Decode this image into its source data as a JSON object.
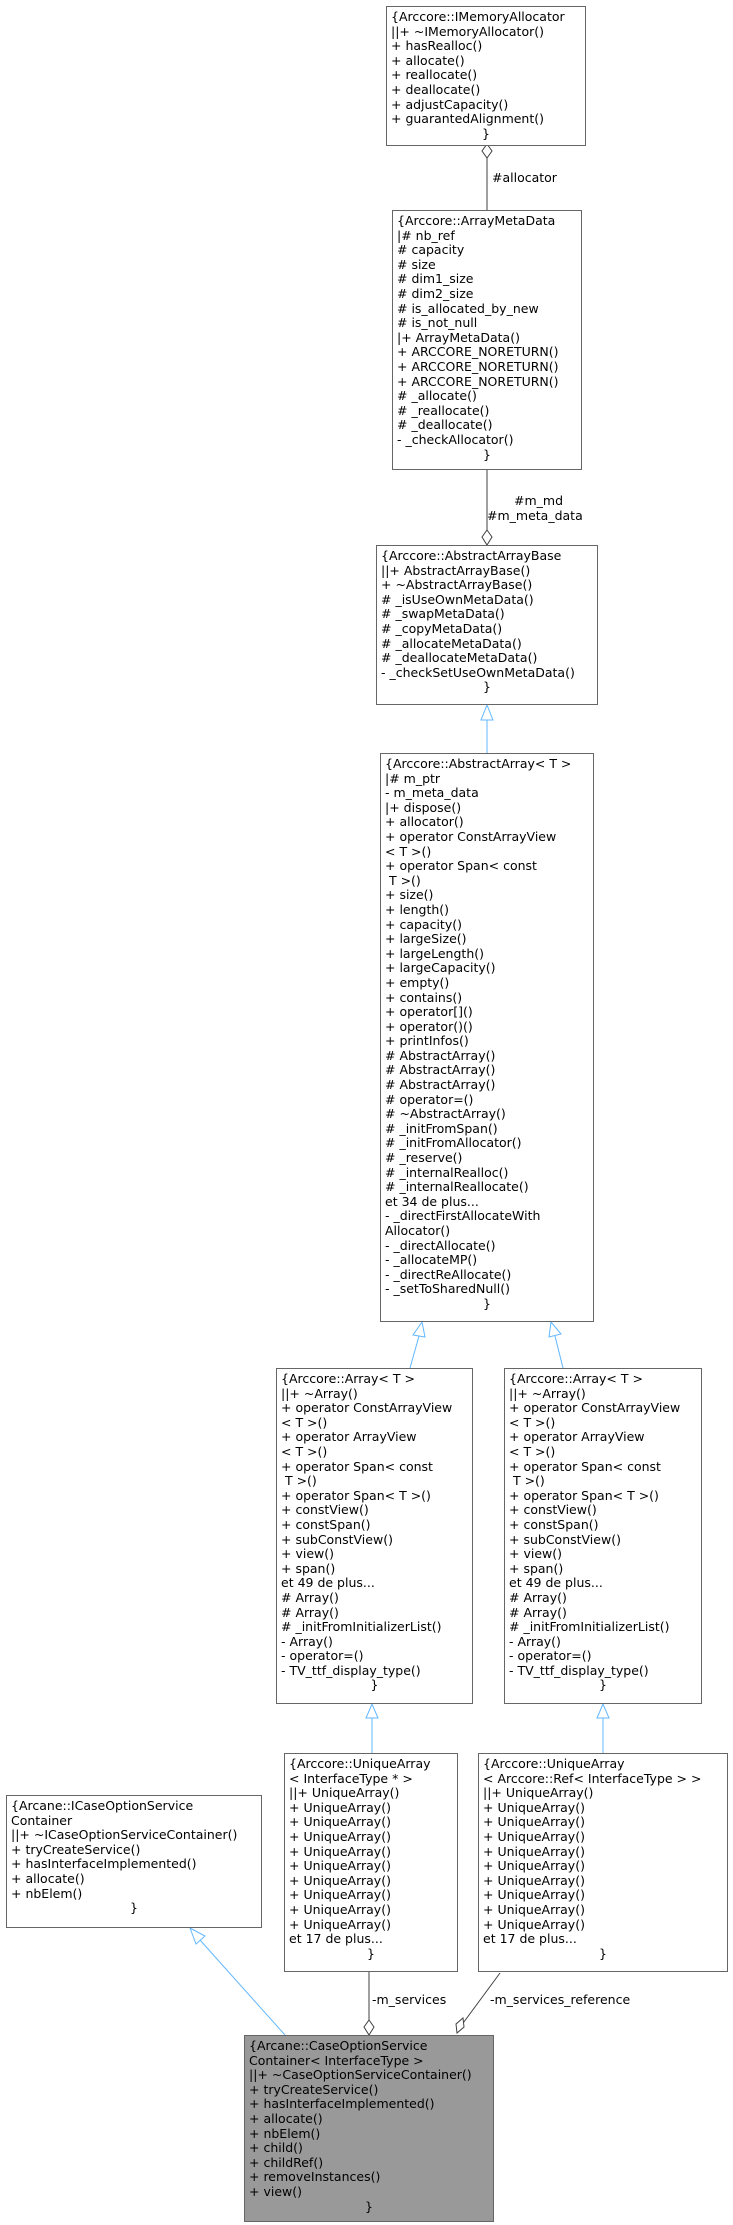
{
  "colors": {
    "focus_fill": "#999999",
    "border": "#666666",
    "inherit_edge": "#63b8ff",
    "usage_edge": "#404040"
  },
  "classes": {
    "imemory_allocator": {
      "lines": [
        "{Arccore::IMemoryAllocator",
        "||+ ~IMemoryAllocator()",
        "+ hasRealloc()",
        "+ allocate()",
        "+ reallocate()",
        "+ deallocate()",
        "+ adjustCapacity()",
        "+ guarantedAlignment()",
        "}"
      ]
    },
    "array_meta_data": {
      "lines": [
        "{Arccore::ArrayMetaData",
        "|# nb_ref",
        "# capacity",
        "# size",
        "# dim1_size",
        "# dim2_size",
        "# is_allocated_by_new",
        "# is_not_null",
        "|+ ArrayMetaData()",
        "+ ARCCORE_NORETURN()",
        "+ ARCCORE_NORETURN()",
        "+ ARCCORE_NORETURN()",
        "# _allocate()",
        "# _reallocate()",
        "# _deallocate()",
        "- _checkAllocator()",
        "}"
      ]
    },
    "abstract_array_base": {
      "lines": [
        "{Arccore::AbstractArrayBase",
        "||+ AbstractArrayBase()",
        "+ ~AbstractArrayBase()",
        "# _isUseOwnMetaData()",
        "# _swapMetaData()",
        "# _copyMetaData()",
        "# _allocateMetaData()",
        "# _deallocateMetaData()",
        "- _checkSetUseOwnMetaData()",
        "}"
      ]
    },
    "abstract_array": {
      "lines": [
        "{Arccore::AbstractArray< T >",
        "|# m_ptr",
        "- m_meta_data",
        "|+ dispose()",
        "+ allocator()",
        "+ operator ConstArrayView",
        "< T >()",
        "+ operator Span< const",
        " T >()",
        "+ size()",
        "+ length()",
        "+ capacity()",
        "+ largeSize()",
        "+ largeLength()",
        "+ largeCapacity()",
        "+ empty()",
        "+ contains()",
        "+ operator[]()",
        "+ operator()()",
        "+ printInfos()",
        "# AbstractArray()",
        "# AbstractArray()",
        "# AbstractArray()",
        "# operator=()",
        "# ~AbstractArray()",
        "# _initFromSpan()",
        "# _initFromAllocator()",
        "# _reserve()",
        "# _internalRealloc()",
        "# _internalReallocate()",
        "et 34 de plus...",
        "- _directFirstAllocateWith",
        "Allocator()",
        "- _directAllocate()",
        "- _allocateMP()",
        "- _directReAllocate()",
        "- _setToSharedNull()",
        "}"
      ]
    },
    "array_left": {
      "lines": [
        "{Arccore::Array< T >",
        "||+ ~Array()",
        "+ operator ConstArrayView",
        "< T >()",
        "+ operator ArrayView",
        "< T >()",
        "+ operator Span< const",
        " T >()",
        "+ operator Span< T >()",
        "+ constView()",
        "+ constSpan()",
        "+ subConstView()",
        "+ view()",
        "+ span()",
        "et 49 de plus...",
        "# Array()",
        "# Array()",
        "# _initFromInitializerList()",
        "- Array()",
        "- operator=()",
        "- TV_ttf_display_type()",
        "}"
      ]
    },
    "array_right": {
      "lines": [
        "{Arccore::Array< T >",
        "||+ ~Array()",
        "+ operator ConstArrayView",
        "< T >()",
        "+ operator ArrayView",
        "< T >()",
        "+ operator Span< const",
        " T >()",
        "+ operator Span< T >()",
        "+ constView()",
        "+ constSpan()",
        "+ subConstView()",
        "+ view()",
        "+ span()",
        "et 49 de plus...",
        "# Array()",
        "# Array()",
        "# _initFromInitializerList()",
        "- Array()",
        "- operator=()",
        "- TV_ttf_display_type()",
        "}"
      ]
    },
    "unique_array_iface": {
      "lines": [
        "{Arccore::UniqueArray",
        "< InterfaceType * >",
        "||+ UniqueArray()",
        "+ UniqueArray()",
        "+ UniqueArray()",
        "+ UniqueArray()",
        "+ UniqueArray()",
        "+ UniqueArray()",
        "+ UniqueArray()",
        "+ UniqueArray()",
        "+ UniqueArray()",
        "+ UniqueArray()",
        "et 17 de plus...",
        "}"
      ]
    },
    "unique_array_ref": {
      "lines": [
        "{Arccore::UniqueArray",
        "< Arccore::Ref< InterfaceType > >",
        "||+ UniqueArray()",
        "+ UniqueArray()",
        "+ UniqueArray()",
        "+ UniqueArray()",
        "+ UniqueArray()",
        "+ UniqueArray()",
        "+ UniqueArray()",
        "+ UniqueArray()",
        "+ UniqueArray()",
        "+ UniqueArray()",
        "et 17 de plus...",
        "}"
      ]
    },
    "icase_option_service_container": {
      "lines": [
        "{Arcane::ICaseOptionService",
        "Container",
        "||+ ~ICaseOptionServiceContainer()",
        "+ tryCreateService()",
        "+ hasInterfaceImplemented()",
        "+ allocate()",
        "+ nbElem()",
        "}"
      ]
    },
    "case_option_service_container": {
      "lines": [
        "{Arcane::CaseOptionService",
        "Container< InterfaceType >",
        "||+ ~CaseOptionServiceContainer()",
        "+ tryCreateService()",
        "+ hasInterfaceImplemented()",
        "+ allocate()",
        "+ nbElem()",
        "+ child()",
        "+ childRef()",
        "+ removeInstances()",
        "+ view()",
        "}"
      ]
    }
  },
  "edge_labels": {
    "allocator": "#allocator",
    "m_md": "#m_md",
    "m_meta_data": "#m_meta_data",
    "m_services": "-m_services",
    "m_services_reference": "-m_services_reference"
  }
}
